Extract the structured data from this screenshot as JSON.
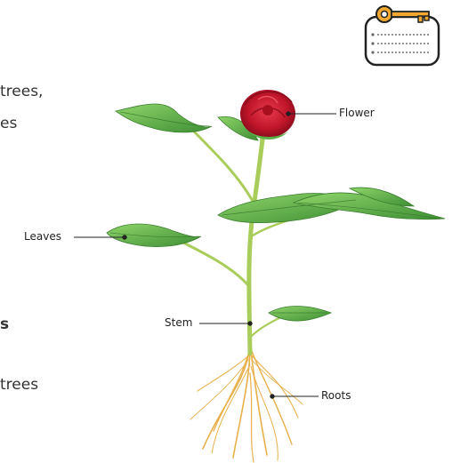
{
  "text_fragments": [
    {
      "id": "frag1",
      "text": "trees,"
    },
    {
      "id": "frag2",
      "text": "es"
    },
    {
      "id": "frag3",
      "text": "s"
    },
    {
      "id": "frag4",
      "text": "trees"
    }
  ],
  "labels": {
    "flower": "Flower",
    "leaves": "Leaves",
    "stem": "Stem",
    "roots": "Roots"
  },
  "icons": {
    "corner": "key-notepad-icon"
  },
  "colors": {
    "flower": "#c0152a",
    "leaf": "#5bb04a",
    "stem": "#a9cd5a",
    "root": "#e8b04a",
    "icon_outline": "#222222",
    "key": "#f0a830"
  }
}
